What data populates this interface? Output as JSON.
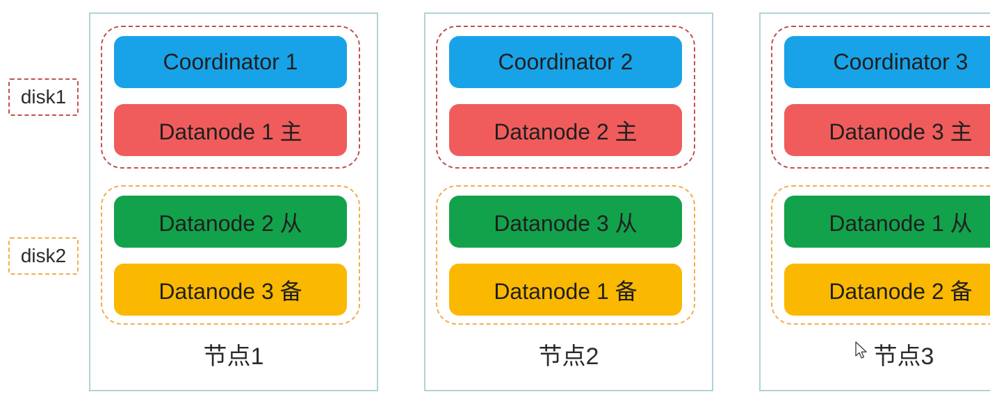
{
  "colors": {
    "coordinator": "#18a3e8",
    "datanode_primary": "#f05c5c",
    "datanode_slave": "#12a24b",
    "datanode_backup": "#fbb800",
    "disk1_border": "#c0504d",
    "disk2_border": "#f0ae4e",
    "node_border": "#aed3d5",
    "text": "#262626"
  },
  "disk_labels": [
    {
      "label": "disk1"
    },
    {
      "label": "disk2"
    }
  ],
  "nodes": [
    {
      "name": "节点1",
      "disk1_boxes": [
        {
          "label": "Coordinator 1"
        },
        {
          "label": "Datanode 1 主"
        }
      ],
      "disk2_boxes": [
        {
          "label": "Datanode 2 从"
        },
        {
          "label": "Datanode 3 备"
        }
      ]
    },
    {
      "name": "节点2",
      "disk1_boxes": [
        {
          "label": "Coordinator 2"
        },
        {
          "label": "Datanode 2 主"
        }
      ],
      "disk2_boxes": [
        {
          "label": "Datanode 3 从"
        },
        {
          "label": "Datanode 1 备"
        }
      ]
    },
    {
      "name": "节点3",
      "disk1_boxes": [
        {
          "label": "Coordinator 3"
        },
        {
          "label": "Datanode 3 主"
        }
      ],
      "disk2_boxes": [
        {
          "label": "Datanode 1 从"
        },
        {
          "label": "Datanode 2 备"
        }
      ]
    }
  ],
  "icons": {
    "mouse_cursor": "arrow-pointer"
  }
}
